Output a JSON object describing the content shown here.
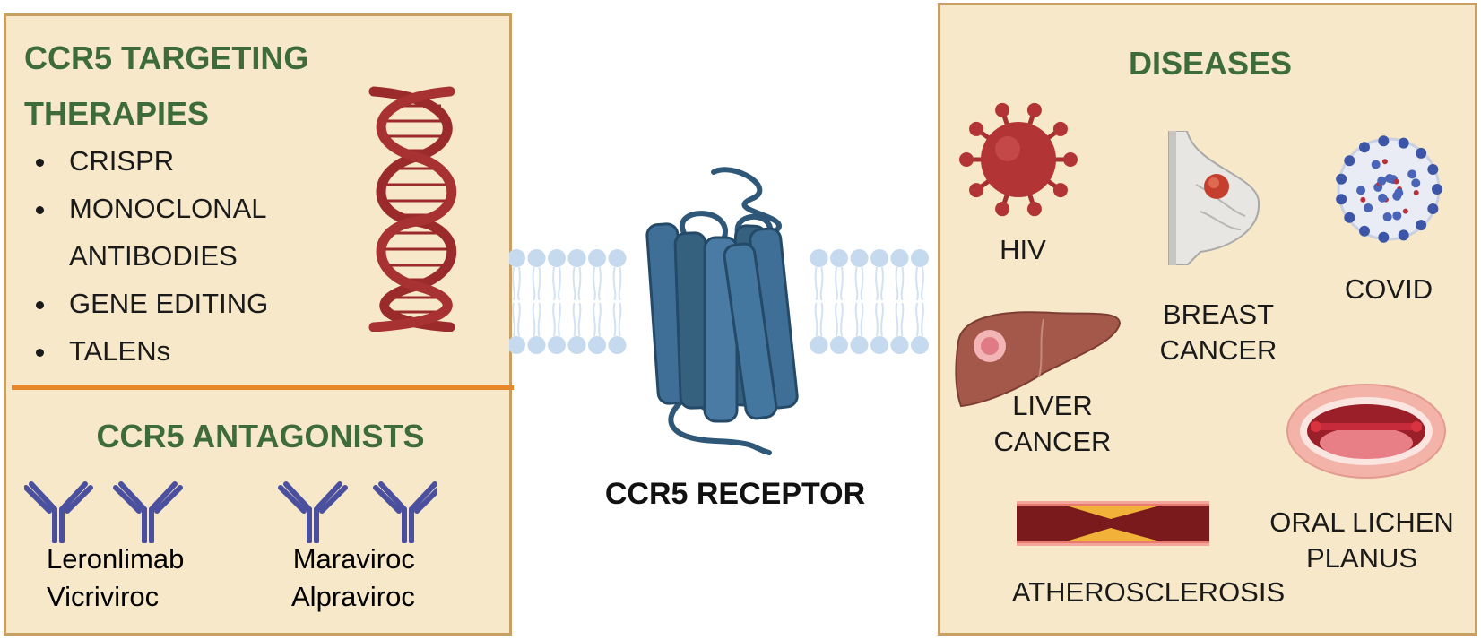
{
  "therapies": {
    "title": "CCR5 TARGETING THERAPIES",
    "items": [
      "CRISPR",
      "MONOCLONAL ANTIBODIES",
      "GENE EDITING",
      "TALENs"
    ]
  },
  "antagonists": {
    "title": "CCR5 ANTAGONISTS",
    "left_drugs": [
      "Leronlimab",
      "Vicriviroc"
    ],
    "right_drugs": [
      "Maraviroc",
      "Alpraviroc"
    ]
  },
  "receptor": {
    "label": "CCR5 RECEPTOR"
  },
  "diseases": {
    "title": "DISEASES",
    "hiv": "HIV",
    "breast_cancer": [
      "BREAST",
      "CANCER"
    ],
    "covid": "COVID",
    "liver_cancer": [
      "LIVER",
      "CANCER"
    ],
    "oral_lichen_planus": [
      "ORAL LICHEN",
      "PLANUS"
    ],
    "atherosclerosis": "ATHEROSCLEROSIS"
  },
  "colors": {
    "panel_fill": "#f6e8c8",
    "panel_border": "#c8a064",
    "title_green": "#3d6b3a",
    "divider_orange": "#e8872a",
    "dna_red": "#9b2a2a",
    "antibody_blue": "#4a4f9e",
    "receptor_blue": "#3f6f97",
    "membrane_blue": "#c5d9ef"
  }
}
